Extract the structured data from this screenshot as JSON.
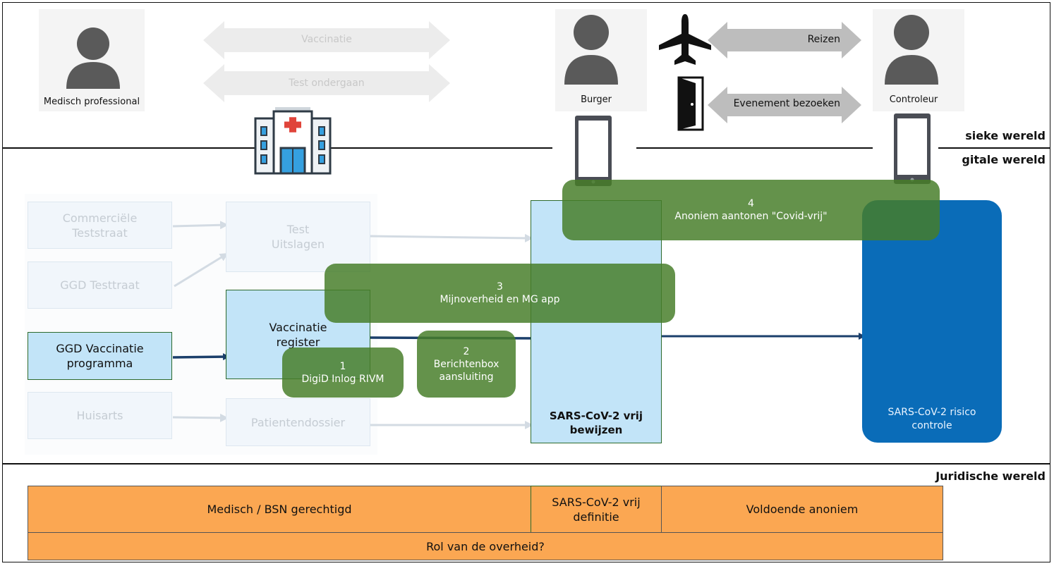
{
  "worlds": {
    "physical": "sieke wereld",
    "digital": "gitale wereld",
    "legal": "Juridische wereld"
  },
  "actors": {
    "medical": "Medisch professional",
    "citizen": "Burger",
    "controller": "Controleur"
  },
  "top_arrows": {
    "vaccination": "Vaccinatie",
    "test": "Test ondergaan",
    "travel": "Reizen",
    "event": "Evenement bezoeken"
  },
  "sources": {
    "commercial": "Commerciële\nTeststraat",
    "ggd_test": "GGD Testtraat",
    "ggd_vacc": "GGD Vaccinatie\nprogramma",
    "gp": "Huisarts"
  },
  "registers": {
    "test_results": "Test\nUitslagen",
    "vacc_register": "Vaccinatie\nregister",
    "patient_file": "Patientendossier"
  },
  "central": {
    "proof": "SARS-CoV-2 vrij\nbewijzen",
    "risk_check": "SARS-CoV-2 risico\ncontrole"
  },
  "overlays": {
    "o1": "1\nDigiD Inlog RIVM",
    "o2": "2\nBerichtenbox\naansluiting",
    "o3": "3\nMijnoverheid en MG app",
    "o4": "4\nAnoniem aantonen \"Covid-vrij\""
  },
  "legal": {
    "medical_bsn": "Medisch / BSN gerechtigd",
    "definition": "SARS-CoV-2 vrij\ndefinitie",
    "anonymous": "Voldoende anoniem",
    "gov_role": "Rol van de overheid?"
  },
  "colors": {
    "green_overlay": "#467d28",
    "light_blue": "#c2e4f8",
    "dark_blue": "#0a6cb8",
    "orange": "#fba752",
    "arrow_navy": "#1b3f6b"
  }
}
